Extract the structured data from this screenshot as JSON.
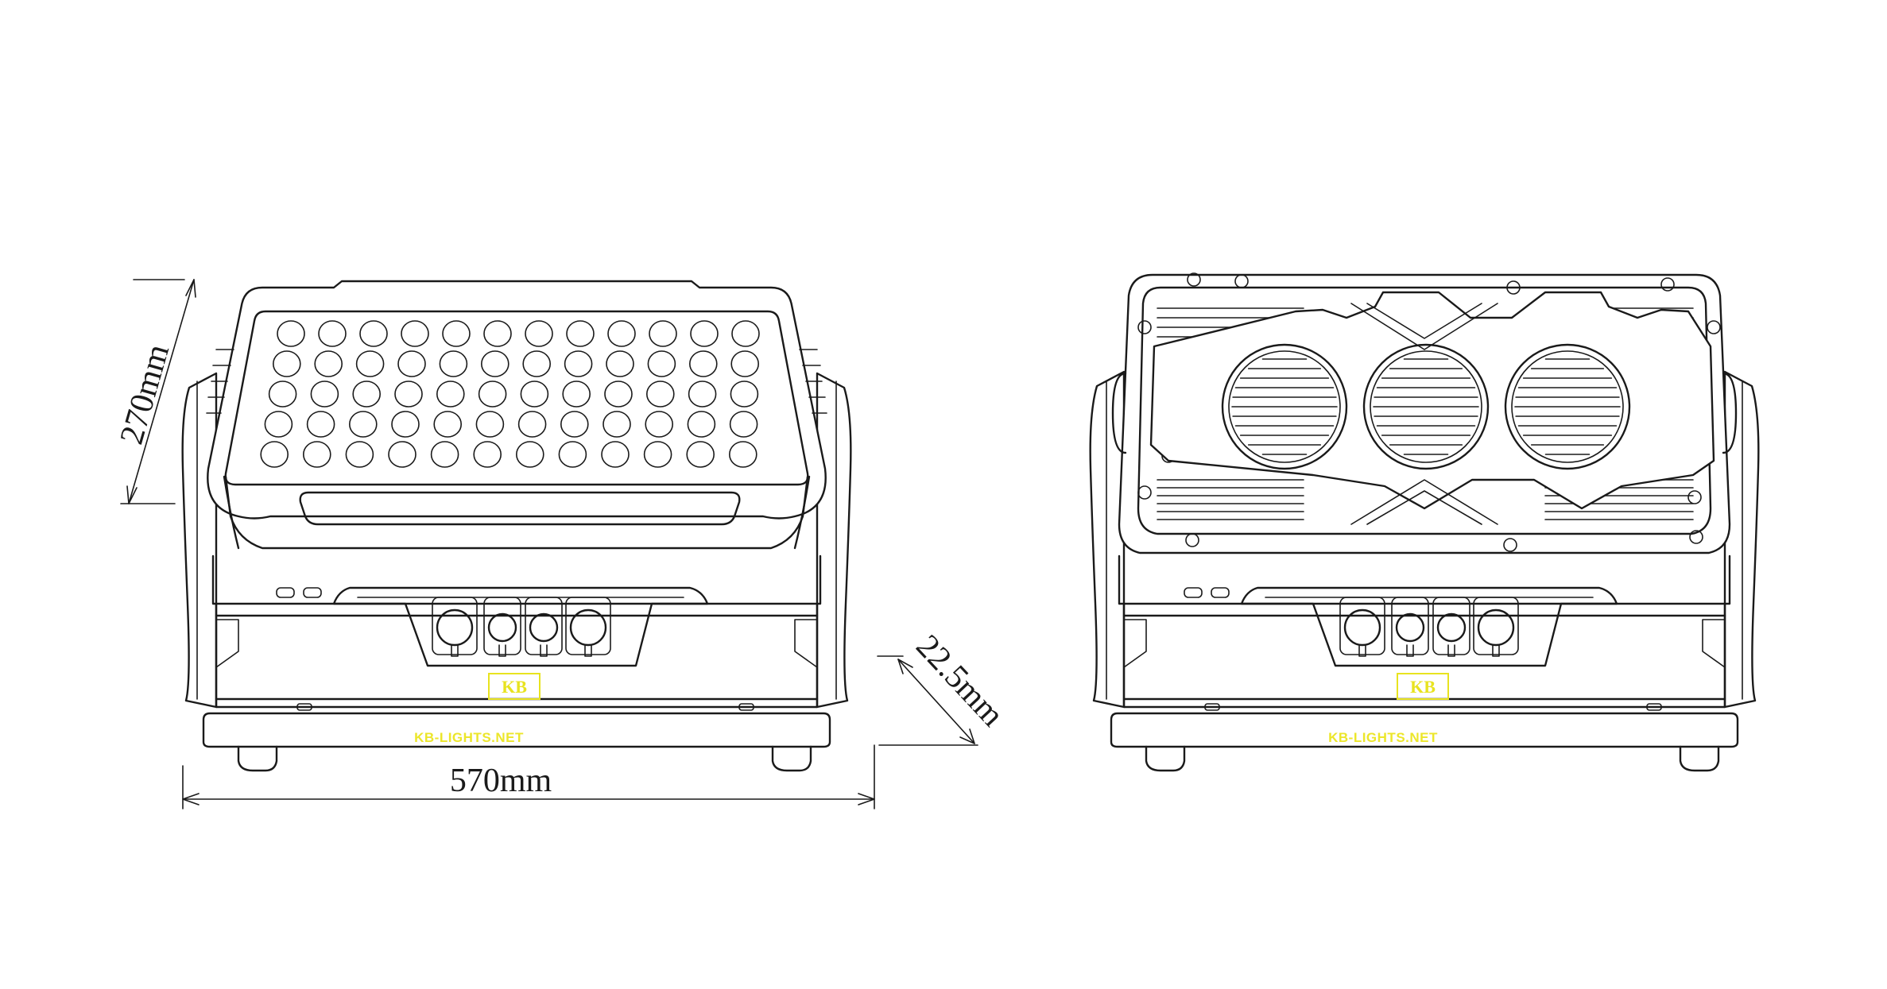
{
  "dimensions": {
    "height": "270mm",
    "width": "570mm",
    "depth": "22.5mm"
  },
  "branding": {
    "logo_text": "KB",
    "website": "KB-LIGHTS.NET"
  },
  "views": [
    {
      "name": "front-view",
      "led_rows": 5,
      "led_cols": 12
    },
    {
      "name": "rear-view",
      "fans": 3
    }
  ],
  "colors": {
    "line": "#1a1a1a",
    "logo": "#e8e31f",
    "background": "#ffffff"
  }
}
